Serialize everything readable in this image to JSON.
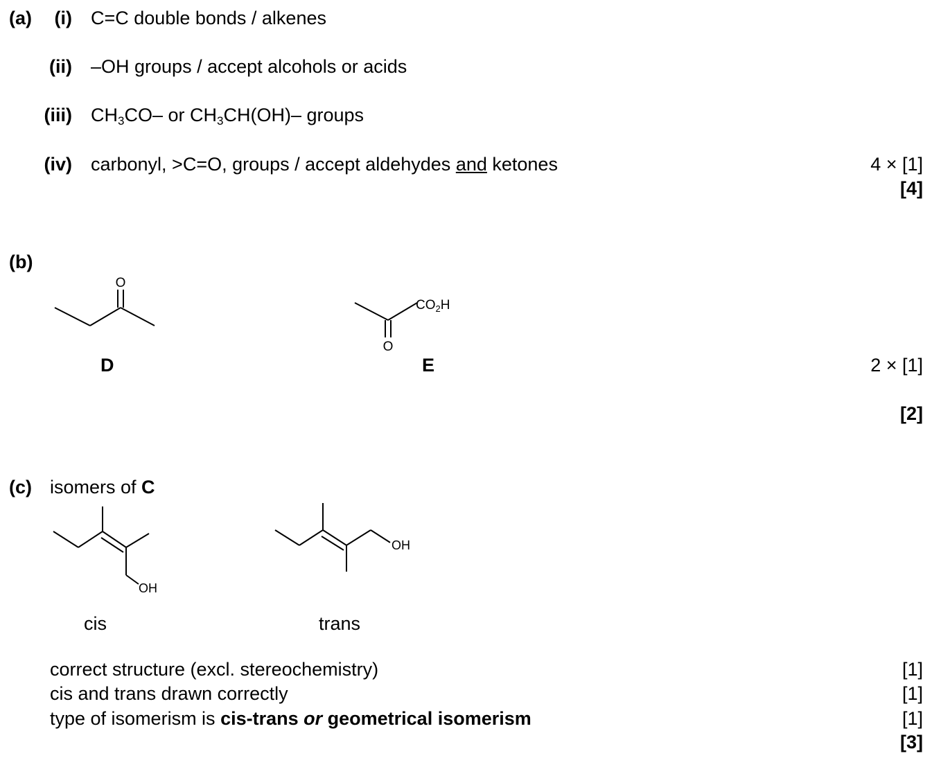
{
  "part_a": {
    "label": "(a)",
    "items": [
      {
        "num": "(i)",
        "text": "C=C double bonds / alkenes"
      },
      {
        "num": "(ii)",
        "text": "–OH groups / accept alcohols or acids"
      },
      {
        "num": "(iii)",
        "pre": "CH",
        "sub1": "3",
        "mid": "CO– or CH",
        "sub2": "3",
        "post": "CH(OH)– groups"
      },
      {
        "num": "(iv)",
        "pre": "carbonyl, >C=O, groups / accept aldehydes ",
        "underline": "and",
        "post": " ketones"
      }
    ],
    "mark": "4 × [1]",
    "total": "[4]"
  },
  "part_b": {
    "label": "(b)",
    "compound_d": {
      "label": "D",
      "atom_o": "O"
    },
    "compound_e": {
      "label": "E",
      "atom_o": "O",
      "group_co": "CO",
      "group_sub": "2",
      "group_h": "H"
    },
    "mark": "2 × [1]",
    "total": "[2]"
  },
  "part_c": {
    "label": "(c)",
    "heading_pre": "isomers of ",
    "heading_bold": "C",
    "cis": {
      "label": "cis",
      "group": "OH"
    },
    "trans": {
      "label": "trans",
      "group": "OH"
    },
    "criteria": [
      {
        "text": "correct structure (excl. stereochemistry)",
        "mark": "[1]"
      },
      {
        "text": "cis and trans drawn correctly",
        "mark": "[1]"
      },
      {
        "pre": "type of isomerism is ",
        "bold1": "cis-trans",
        "ital": " or ",
        "bold2": "geometrical isomerism",
        "mark": "[1]"
      }
    ],
    "total": "[3]"
  }
}
